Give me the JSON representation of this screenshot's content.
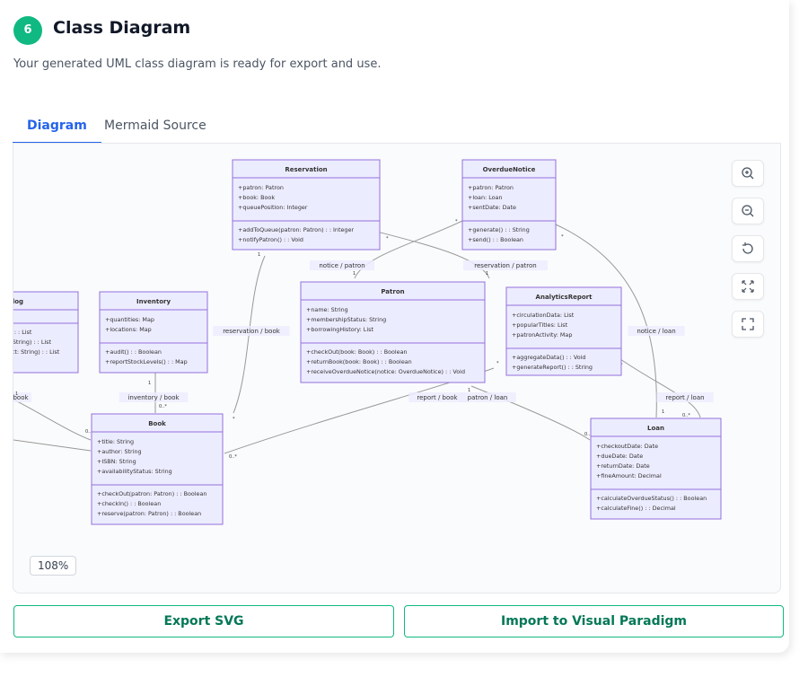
{
  "header": {
    "step_number": "6",
    "title": "Class Diagram",
    "subtitle": "Your generated UML class diagram is ready for export and use."
  },
  "tabs": [
    {
      "label": "Diagram",
      "active": true
    },
    {
      "label": "Mermaid Source",
      "active": false
    }
  ],
  "diagram": {
    "classes": [
      {
        "name": "Reservation",
        "attributes": [
          "+patron: Patron",
          "+book: Book",
          "+queuePosition: Integer"
        ],
        "methods": [
          "+addToQueue(patron: Patron) : : Integer",
          "+notifyPatron() : : Void"
        ]
      },
      {
        "name": "OverdueNotice",
        "attributes": [
          "+patron: Patron",
          "+loan: Loan",
          "+sentDate: Date"
        ],
        "methods": [
          "+generate() : : String",
          "+send() : : Boolean"
        ]
      },
      {
        "name": "Catalog",
        "attributes": [],
        "methods": [
          "+search(query: String) : : List",
          "+filterByGenre(genre: String) : : List",
          "+filterBySubject(subject: String) : : List"
        ]
      },
      {
        "name": "Inventory",
        "attributes": [
          "+quantities: Map",
          "+locations: Map"
        ],
        "methods": [
          "+audit() : : Boolean",
          "+reportStockLevels() : : Map"
        ]
      },
      {
        "name": "Patron",
        "attributes": [
          "+name: String",
          "+membershipStatus: String",
          "+borrowingHistory: List"
        ],
        "methods": [
          "+checkOut(book: Book) : : Boolean",
          "+returnBook(book: Book) : : Boolean",
          "+receiveOverdueNotice(notice: OverdueNotice) : : Void"
        ]
      },
      {
        "name": "AnalyticsReport",
        "attributes": [
          "+circulationData: List",
          "+popularTitles: List",
          "+patronActivity: Map"
        ],
        "methods": [
          "+aggregateData() : : Void",
          "+generateReport() : : String"
        ]
      },
      {
        "name": "Book",
        "attributes": [
          "+title: String",
          "+author: String",
          "+ISBN: String",
          "+availabilityStatus: String"
        ],
        "methods": [
          "+checkOut(patron: Patron) : : Boolean",
          "+checkIn() : : Boolean",
          "+reserve(patron: Patron) : : Boolean"
        ]
      },
      {
        "name": "Loan",
        "attributes": [
          "+checkoutDate: Date",
          "+dueDate: Date",
          "+returnDate: Date",
          "+fineAmount: Decimal"
        ],
        "methods": [
          "+calculateOverdueStatus() : : Boolean",
          "+calculateFine() : : Decimal"
        ]
      }
    ],
    "relations": [
      {
        "label": "notice / patron",
        "from_card": "*",
        "to_card": "1"
      },
      {
        "label": "reservation / patron",
        "from_card": "*",
        "to_card": "1"
      },
      {
        "label": "reservation / book",
        "from_card": "*",
        "to_card": "1"
      },
      {
        "label": "notice / loan",
        "from_card": "*",
        "to_card": "1"
      },
      {
        "label": "inventory / book",
        "from_card": "1",
        "to_card": "0..*"
      },
      {
        "label": "book",
        "from_card": "1",
        "to_card": "0..*"
      },
      {
        "label": "report / book",
        "from_card": "*",
        "to_card": "0..*"
      },
      {
        "label": "patron / loan",
        "from_card": "1",
        "to_card": "0..*"
      },
      {
        "label": "report / loan",
        "from_card": "*",
        "to_card": "0..*"
      }
    ]
  },
  "zoom_controls": [
    {
      "icon": "zoom-in-icon"
    },
    {
      "icon": "zoom-out-icon"
    },
    {
      "icon": "reset-icon"
    },
    {
      "icon": "fit-icon"
    },
    {
      "icon": "fullscreen-icon"
    }
  ],
  "zoom_level": "108%",
  "actions": {
    "export_label": "Export SVG",
    "import_label": "Import to Visual Paradigm"
  },
  "colors": {
    "accent": "#10b981",
    "tab_active": "#2563eb",
    "class_fill": "#ececff",
    "class_stroke": "#9370db"
  }
}
